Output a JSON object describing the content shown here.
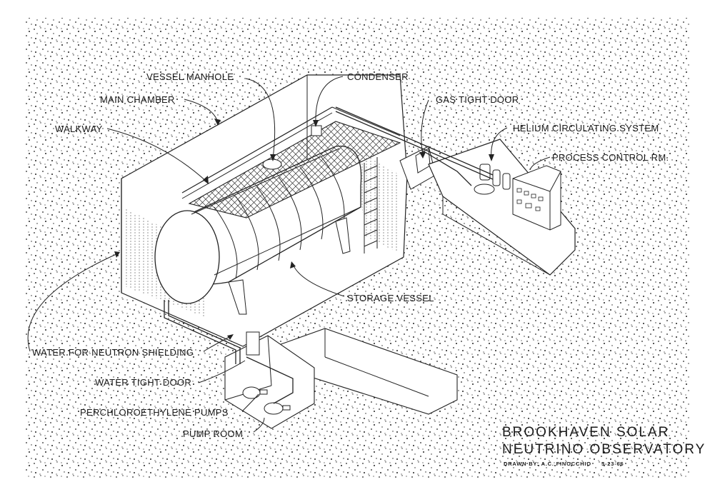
{
  "labels": {
    "vessel_manhole": "VESSEL MANHOLE",
    "condenser": "CONDENSER",
    "main_chamber": "MAIN CHAMBER",
    "gas_tight_door": "GAS TIGHT DOOR",
    "walkway": "WALKWAY",
    "helium_circulating_system": "HELIUM CIRCULATING SYSTEM",
    "process_control_rm": "PROCESS CONTROL RM.",
    "storage_vessel": "STORAGE VESSEL",
    "water_for_neutron_shielding": "WATER FOR NEUTRON SHIELDING",
    "water_tight_door": "WATER TIGHT DOOR",
    "perchloroethylene_pumps": "PERCHLOROETHYLENE PUMPS",
    "pump_room": "PUMP ROOM"
  },
  "title": {
    "line1": "BROOKHAVEN SOLAR",
    "line2": "NEUTRINO OBSERVATORY"
  },
  "credit": {
    "drawn_by": "DRAWN BY: A.C. FINOCCHIO",
    "date": "5-23-66"
  },
  "colors": {
    "ink": "#1a1a1a",
    "paper": "#ffffff"
  }
}
